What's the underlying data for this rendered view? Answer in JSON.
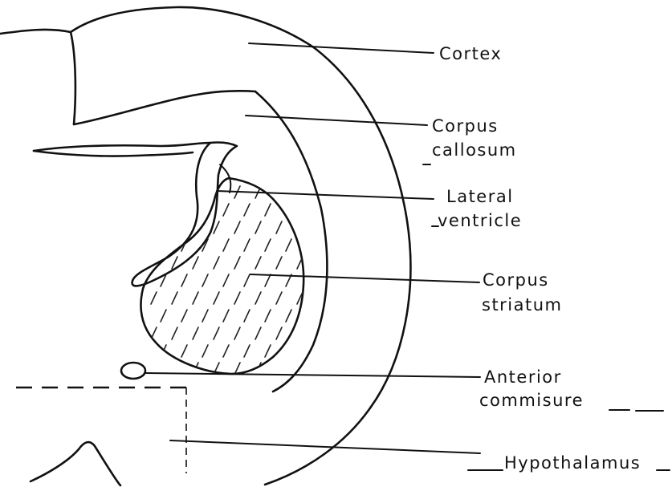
{
  "labels": {
    "cortex": "Cortex",
    "corpus_callosum_1": "Corpus",
    "corpus_callosum_2": "callosum",
    "lateral_ventricle_1": "Lateral",
    "lateral_ventricle_2": "ventricle",
    "corpus_striatum_1": "Corpus",
    "corpus_striatum_2": "striatum",
    "anterior_commisure_1": "Anterior",
    "anterior_commisure_2": "commisure",
    "hypothalamus": "Hypothalamus"
  }
}
